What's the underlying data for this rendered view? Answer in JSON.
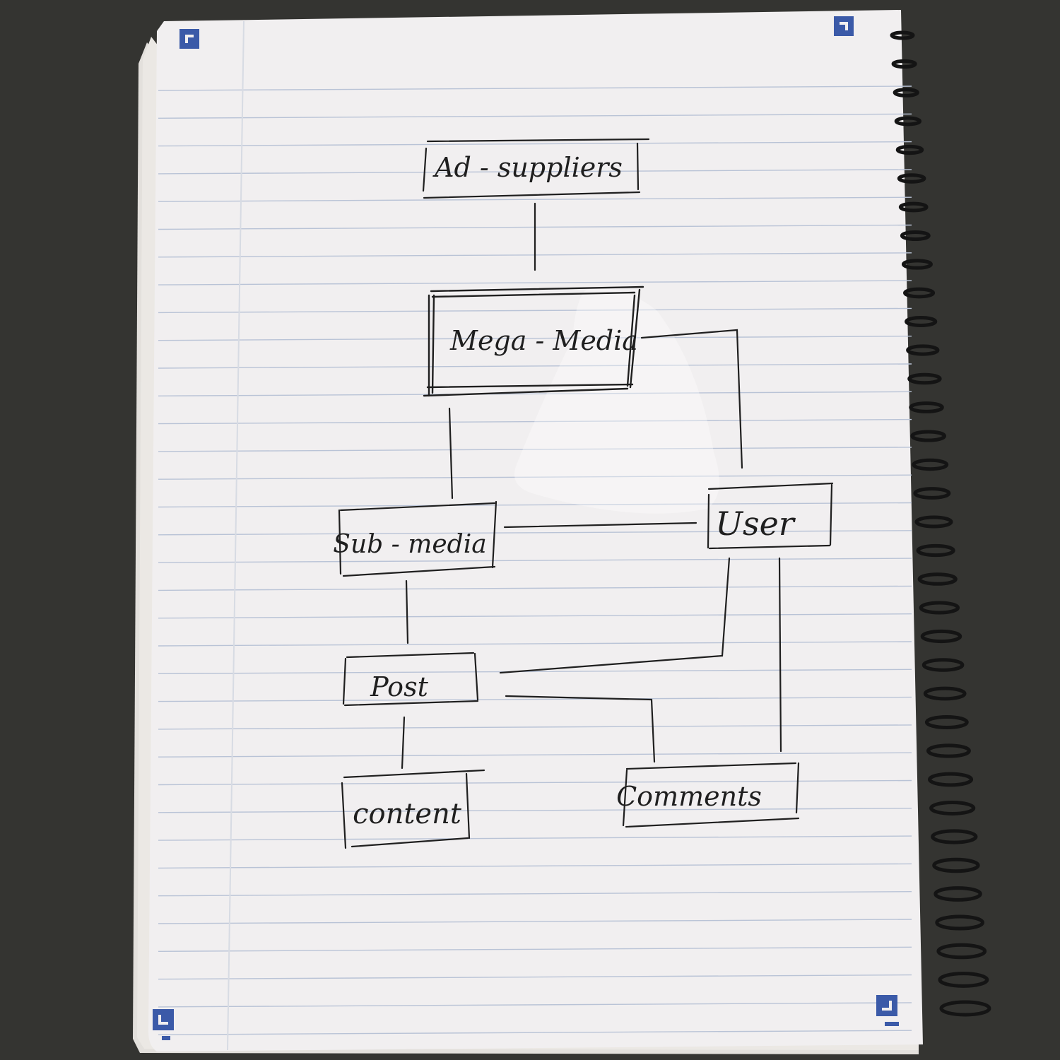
{
  "colors": {
    "desk": "#3a3936",
    "paper": "#f1eff0",
    "rule_line": "#b9c3d6",
    "margin_line": "#d7dbe3",
    "ink": "#1f1f1f",
    "corner_mark": "#3b5aa8",
    "spiral": "#141414"
  },
  "icons": [
    "corner-mark-icon",
    "spiral-binding-icon"
  ],
  "diagram": {
    "nodes": {
      "ad_suppliers": "Ad - suppliers",
      "mega_media": "Mega - Media",
      "sub_media": "Sub - media",
      "user": "User",
      "post": "Post",
      "content": "content",
      "comments": "Comments"
    },
    "edges": [
      [
        "Ad - suppliers",
        "Mega - Media"
      ],
      [
        "Mega - Media",
        "Sub - media"
      ],
      [
        "Mega - Media",
        "User"
      ],
      [
        "Sub - media",
        "User"
      ],
      [
        "Sub - media",
        "Post"
      ],
      [
        "User",
        "Post"
      ],
      [
        "User",
        "Comments"
      ],
      [
        "Post",
        "Comments"
      ],
      [
        "Post",
        "content"
      ]
    ]
  }
}
